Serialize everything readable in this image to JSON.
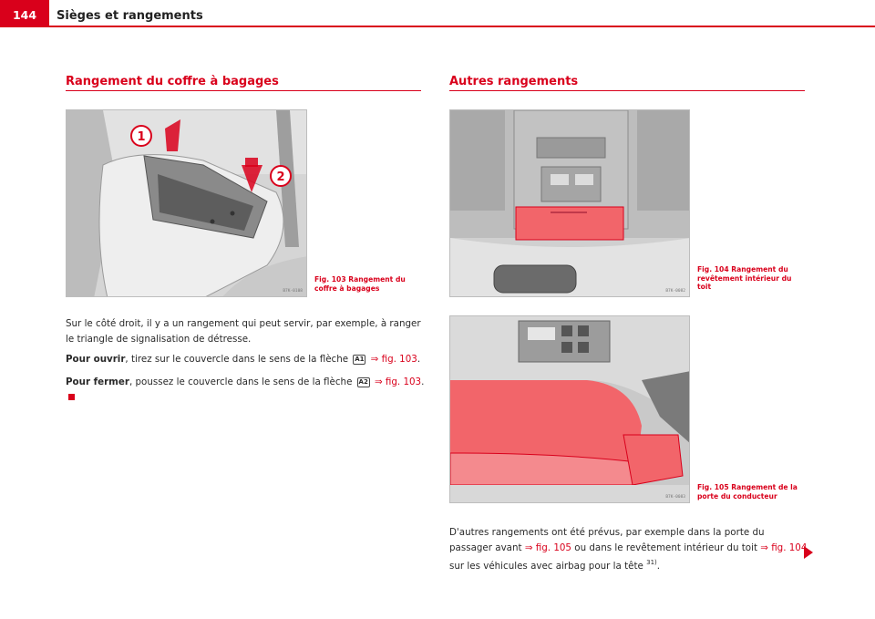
{
  "header": {
    "page_number": "144",
    "title": "Sièges et rangements"
  },
  "left_section": {
    "title": "Rangement du coffre à bagages",
    "figure": {
      "code": "B7K-0108",
      "markers": [
        "1",
        "2"
      ],
      "caption_line1": "Fig. 103   Rangement du",
      "caption_line2": "coffre à bagages"
    },
    "paragraphs": {
      "intro": "Sur le côté droit, il y a un rangement qui peut servir, par exemple, à ranger le triangle de signalisation de détresse.",
      "open_bold": "Pour ouvrir",
      "open_text": ", tirez sur le couvercle dans le sens de la flèche",
      "open_step": "A1",
      "open_arrow": "⇒",
      "open_ref": "fig. 103",
      "open_end": ".",
      "close_bold": "Pour fermer",
      "close_text": ", poussez le couvercle dans le sens de la flèche",
      "close_step": "A2",
      "close_arrow": "⇒",
      "close_ref": "fig. 103",
      "close_end": "."
    }
  },
  "right_section": {
    "title": "Autres rangements",
    "figure_104": {
      "code": "B7K-0082",
      "caption_line1": "Fig. 104   Rangement du",
      "caption_line2": "revêtement intérieur du",
      "caption_line3": "toit"
    },
    "figure_105": {
      "code": "B7K-0083",
      "caption_line1": "Fig. 105   Rangement de la",
      "caption_line2": "porte du conducteur"
    },
    "paragraph": {
      "text1": "D'autres rangements ont été prévus, par exemple dans la porte du passager avant",
      "arrow1": "⇒",
      "ref1": "fig. 105",
      "text2": "ou dans le revêtement intérieur du toit",
      "arrow2": "⇒",
      "ref2": "fig. 104",
      "text3": "sur les véhicules avec airbag pour la tête",
      "footnote": "31)",
      "end": "."
    }
  },
  "colors": {
    "accent": "#d9001b",
    "highlight": "#f2656a"
  },
  "icons": {
    "next_page": "triangle-right-icon"
  }
}
